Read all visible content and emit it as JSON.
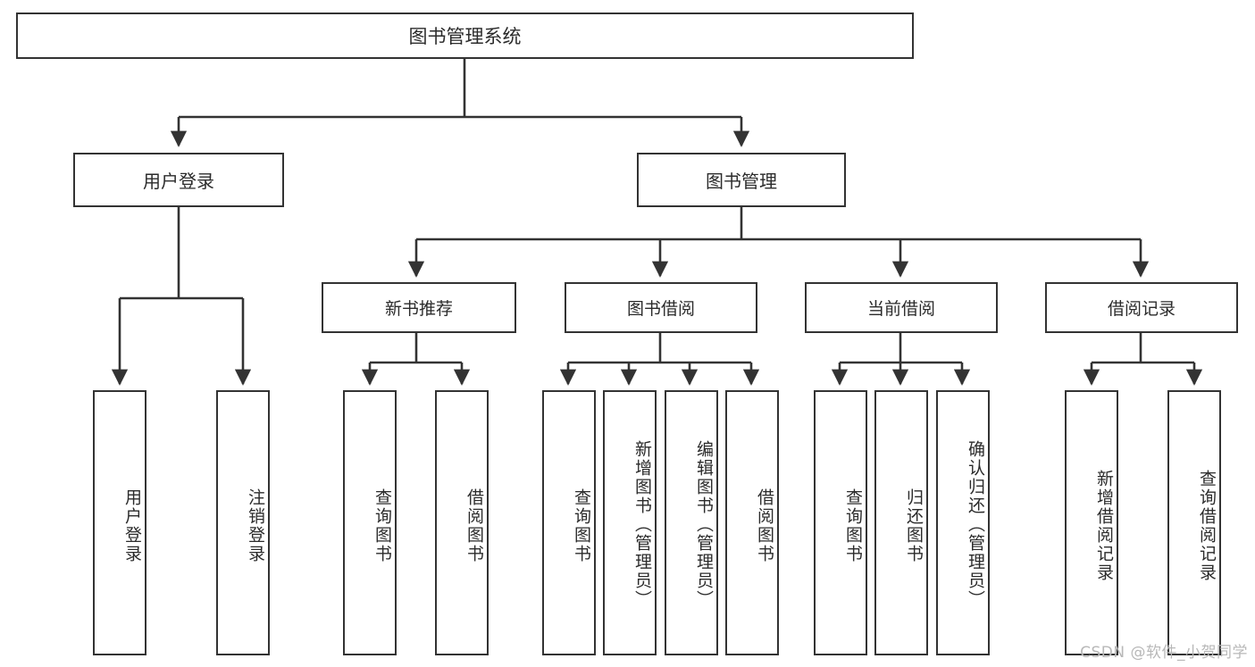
{
  "diagram": {
    "type": "tree-hierarchy-diagram",
    "title": "图书管理系统",
    "style": {
      "background": "#ffffff",
      "box_border": "#333333",
      "box_fill": "#ffffff",
      "text_color": "#2b2b2b",
      "connector_color": "#333333",
      "watermark_color": "#b8b8b8"
    },
    "root": {
      "label": "图书管理系统"
    },
    "level1": [
      {
        "label": "用户登录"
      },
      {
        "label": "图书管理"
      }
    ],
    "level2": [
      {
        "label": "新书推荐"
      },
      {
        "label": "图书借阅"
      },
      {
        "label": "当前借阅"
      },
      {
        "label": "借阅记录"
      }
    ],
    "leaves": {
      "user_login": [
        {
          "label": "用户登录"
        },
        {
          "label": "注销登录"
        }
      ],
      "new_book_recommend": [
        {
          "label": "查询图书"
        },
        {
          "label": "借阅图书"
        }
      ],
      "book_borrow": [
        {
          "label": "查询图书"
        },
        {
          "label": "新增图书（管理员）"
        },
        {
          "label": "编辑图书（管理员）"
        },
        {
          "label": "借阅图书"
        }
      ],
      "current_borrow": [
        {
          "label": "查询图书"
        },
        {
          "label": "归还图书"
        },
        {
          "label": "确认归还（管理员）"
        }
      ],
      "borrow_record": [
        {
          "label": "新增借阅记录"
        },
        {
          "label": "查询借阅记录"
        }
      ]
    }
  },
  "watermark": {
    "text": "CSDN @软件_小贺同学"
  }
}
